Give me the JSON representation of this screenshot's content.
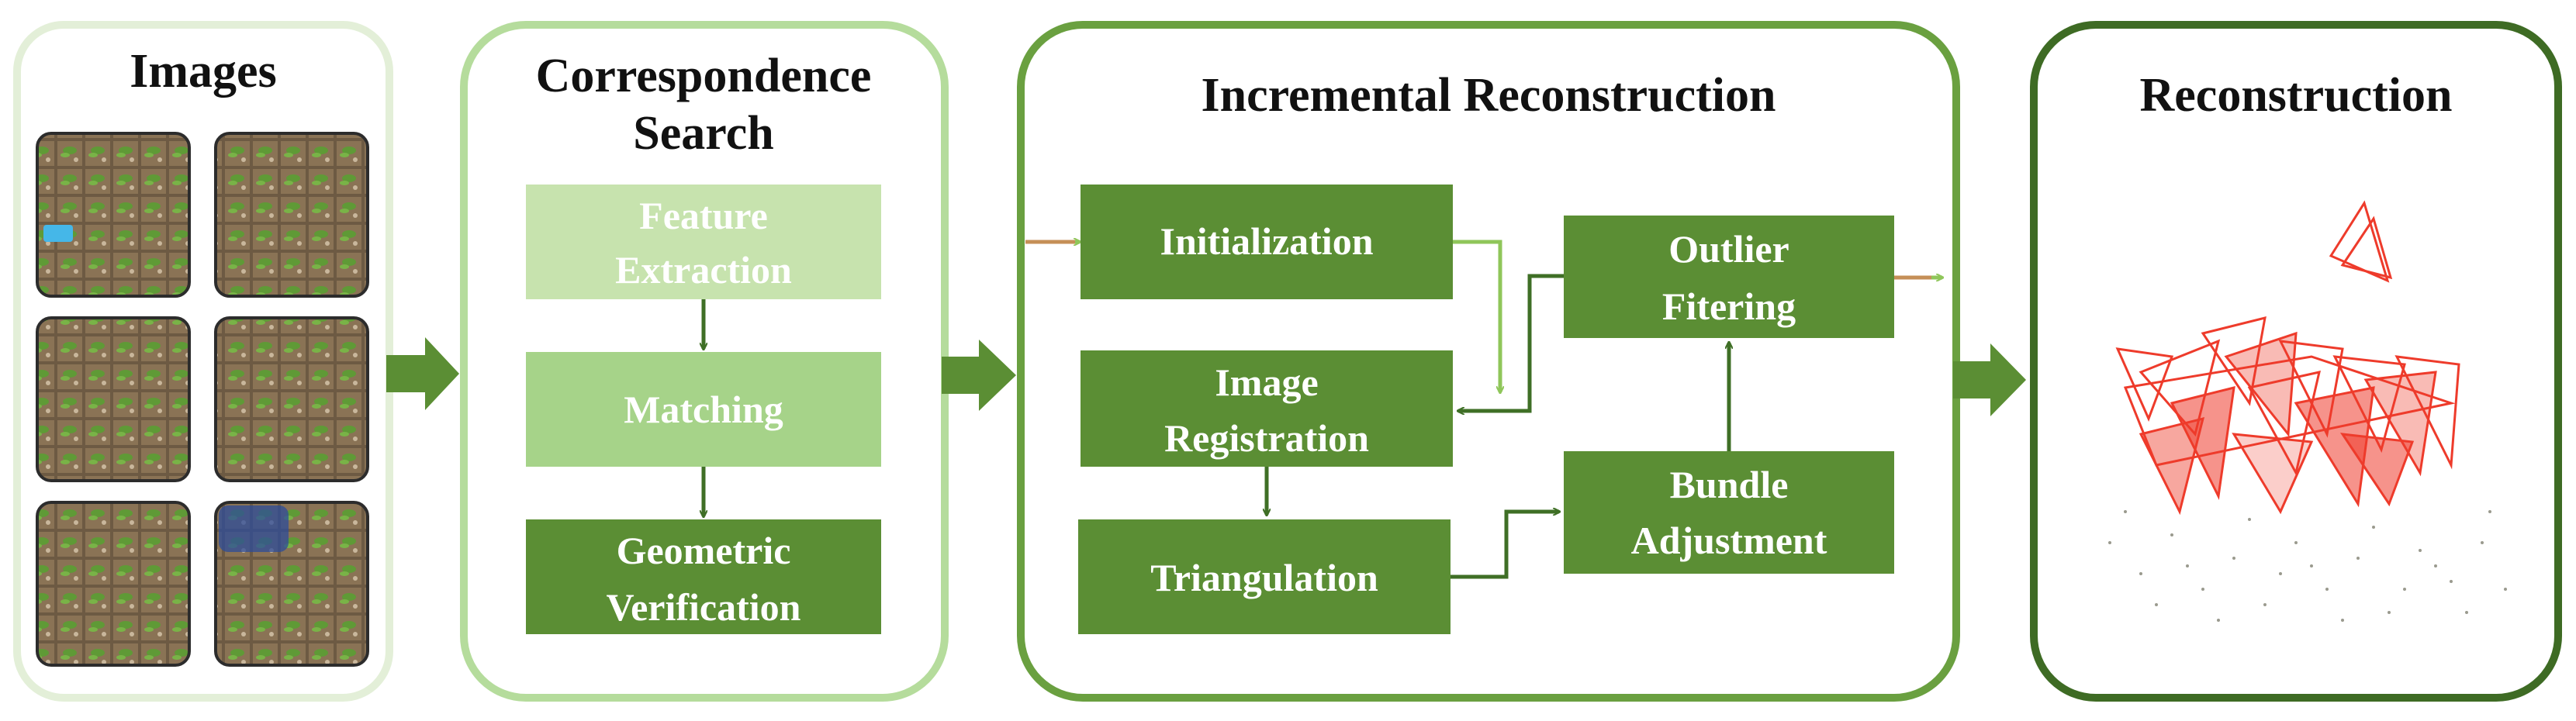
{
  "panels": {
    "images": {
      "title": "Images"
    },
    "correspondence": {
      "title_line1": "Correspondence",
      "title_line2": "Search",
      "steps": {
        "feature_line1": "Feature",
        "feature_line2": "Extraction",
        "matching": "Matching",
        "geometric_line1": "Geometric",
        "geometric_line2": "Verification"
      }
    },
    "incremental": {
      "title": "Incremental Reconstruction",
      "steps": {
        "initialization": "Initialization",
        "registration_line1": "Image",
        "registration_line2": "Registration",
        "triangulation": "Triangulation",
        "bundle_line1": "Bundle",
        "bundle_line2": "Adjustment",
        "outlier_line1": "Outlier",
        "outlier_line2": "Fitering"
      }
    },
    "reconstruction": {
      "title": "Reconstruction"
    }
  },
  "colors": {
    "panel1_border": "#e3efd8",
    "panel2_border": "#b5dc9c",
    "panel3_border": "#6aa040",
    "panel4_border": "#3e6b24",
    "box_light": "#c7e3ae",
    "box_medium": "#a6d389",
    "box_dark": "#5b8e34",
    "arrow_dark": "#3f6f26",
    "arrow_light": "#8fc65a",
    "arrow_orange": "#c58f57",
    "camera_red": "#ee3b2b"
  }
}
